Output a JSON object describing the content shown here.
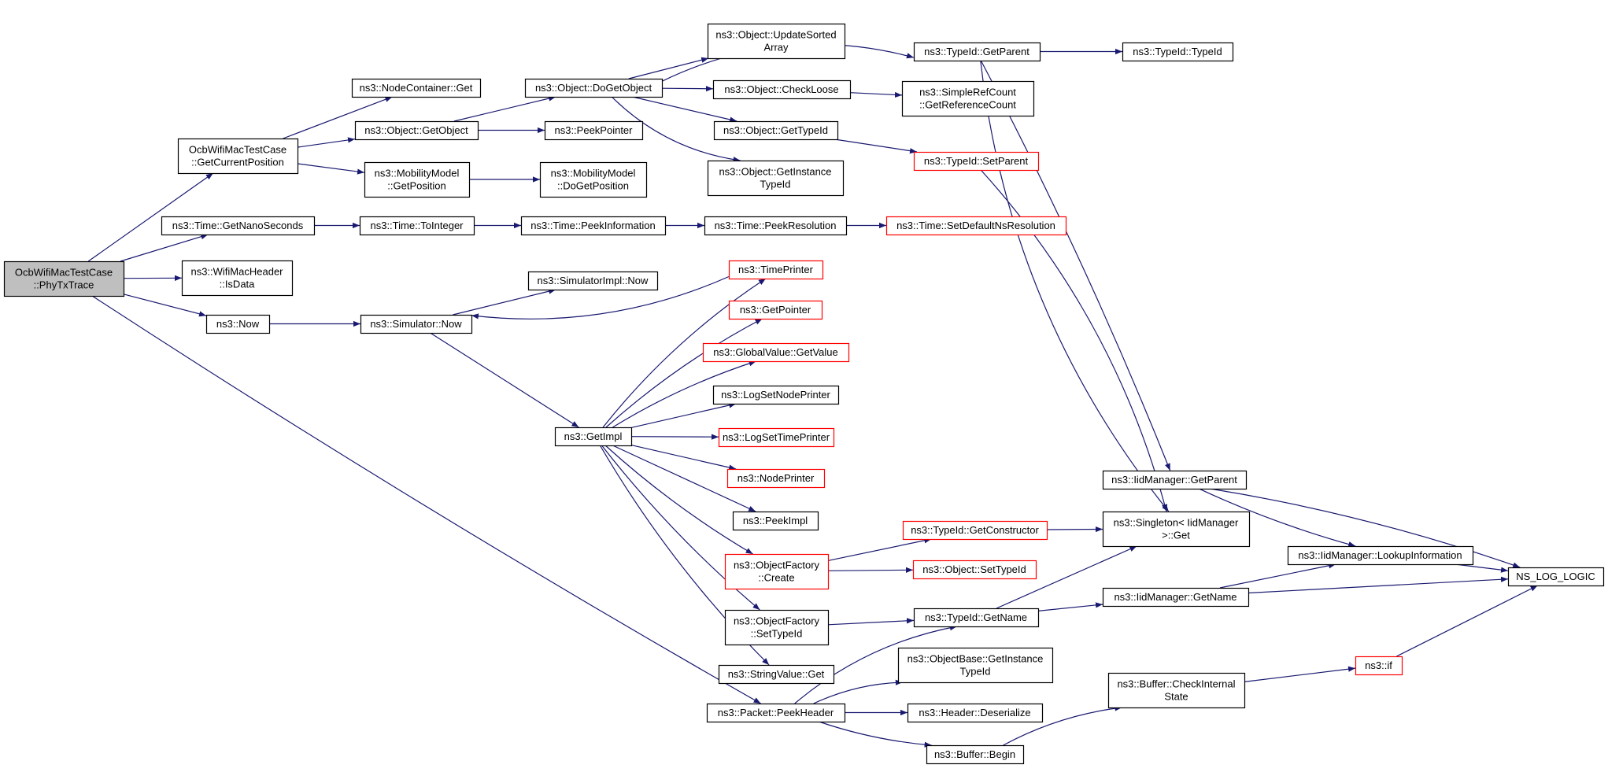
{
  "colors": {
    "edge": "#191970",
    "node_border_black": "#000000",
    "node_border_red": "#ff0000",
    "root_fill": "#bfbfbf",
    "node_fill": "#ffffff"
  },
  "nodes": [
    {
      "id": "phytx",
      "lines": [
        "OcbWifiMacTestCase",
        "::PhyTxTrace"
      ],
      "style": "root"
    },
    {
      "id": "getcurpos",
      "lines": [
        "OcbWifiMacTestCase",
        "::GetCurrentPosition"
      ],
      "style": "black"
    },
    {
      "id": "getnano",
      "lines": [
        "ns3::Time::GetNanoSeconds"
      ],
      "style": "black"
    },
    {
      "id": "isdata",
      "lines": [
        "ns3::WifiMacHeader",
        "::IsData"
      ],
      "style": "black"
    },
    {
      "id": "now",
      "lines": [
        "ns3::Now"
      ],
      "style": "black"
    },
    {
      "id": "nodecontget",
      "lines": [
        "ns3::NodeContainer::Get"
      ],
      "style": "black"
    },
    {
      "id": "getobject",
      "lines": [
        "ns3::Object::GetObject"
      ],
      "style": "black"
    },
    {
      "id": "getposition",
      "lines": [
        "ns3::MobilityModel",
        "::GetPosition"
      ],
      "style": "black"
    },
    {
      "id": "tointeger",
      "lines": [
        "ns3::Time::ToInteger"
      ],
      "style": "black"
    },
    {
      "id": "simnow",
      "lines": [
        "ns3::Simulator::Now"
      ],
      "style": "black"
    },
    {
      "id": "dogetobject",
      "lines": [
        "ns3::Object::DoGetObject"
      ],
      "style": "black"
    },
    {
      "id": "peekpointer",
      "lines": [
        "ns3::PeekPointer"
      ],
      "style": "black"
    },
    {
      "id": "dogetposition",
      "lines": [
        "ns3::MobilityModel",
        "::DoGetPosition"
      ],
      "style": "black"
    },
    {
      "id": "peekinfo",
      "lines": [
        "ns3::Time::PeekInformation"
      ],
      "style": "black"
    },
    {
      "id": "simimplnow",
      "lines": [
        "ns3::SimulatorImpl::Now"
      ],
      "style": "black"
    },
    {
      "id": "getimpl",
      "lines": [
        "ns3::GetImpl"
      ],
      "style": "black"
    },
    {
      "id": "updatesorted",
      "lines": [
        "ns3::Object::UpdateSorted",
        "Array"
      ],
      "style": "black"
    },
    {
      "id": "checkloose",
      "lines": [
        "ns3::Object::CheckLoose"
      ],
      "style": "black"
    },
    {
      "id": "objgettypeid",
      "lines": [
        "ns3::Object::GetTypeId"
      ],
      "style": "black"
    },
    {
      "id": "getinsttypeid",
      "lines": [
        "ns3::Object::GetInstance",
        "TypeId"
      ],
      "style": "black"
    },
    {
      "id": "peekres",
      "lines": [
        "ns3::Time::PeekResolution"
      ],
      "style": "black"
    },
    {
      "id": "timeprinter",
      "lines": [
        "ns3::TimePrinter"
      ],
      "style": "red"
    },
    {
      "id": "getpointer",
      "lines": [
        "ns3::GetPointer"
      ],
      "style": "red"
    },
    {
      "id": "gvgetvalue",
      "lines": [
        "ns3::GlobalValue::GetValue"
      ],
      "style": "red"
    },
    {
      "id": "logsetnode",
      "lines": [
        "ns3::LogSetNodePrinter"
      ],
      "style": "black"
    },
    {
      "id": "logsettime",
      "lines": [
        "ns3::LogSetTimePrinter"
      ],
      "style": "red"
    },
    {
      "id": "nodeprinter",
      "lines": [
        "ns3::NodePrinter"
      ],
      "style": "red"
    },
    {
      "id": "peekimpl",
      "lines": [
        "ns3::PeekImpl"
      ],
      "style": "black"
    },
    {
      "id": "ofcreate",
      "lines": [
        "ns3::ObjectFactory",
        "::Create"
      ],
      "style": "red"
    },
    {
      "id": "ofsettypeid",
      "lines": [
        "ns3::ObjectFactory",
        "::SetTypeId"
      ],
      "style": "black"
    },
    {
      "id": "strvalget",
      "lines": [
        "ns3::StringValue::Get"
      ],
      "style": "black"
    },
    {
      "id": "peekheader",
      "lines": [
        "ns3::Packet::PeekHeader"
      ],
      "style": "black"
    },
    {
      "id": "tidgetparent",
      "lines": [
        "ns3::TypeId::GetParent"
      ],
      "style": "black"
    },
    {
      "id": "refcount",
      "lines": [
        "ns3::SimpleRefCount",
        "::GetReferenceCount"
      ],
      "style": "black"
    },
    {
      "id": "tidsetparent",
      "lines": [
        "ns3::TypeId::SetParent"
      ],
      "style": "red"
    },
    {
      "id": "setdefns",
      "lines": [
        "ns3::Time::SetDefaultNsResolution"
      ],
      "style": "red"
    },
    {
      "id": "getconstructor",
      "lines": [
        "ns3::TypeId::GetConstructor"
      ],
      "style": "red"
    },
    {
      "id": "objsettypeid",
      "lines": [
        "ns3::Object::SetTypeId"
      ],
      "style": "red"
    },
    {
      "id": "tidgetname",
      "lines": [
        "ns3::TypeId::GetName"
      ],
      "style": "black"
    },
    {
      "id": "objbasegetinst",
      "lines": [
        "ns3::ObjectBase::GetInstance",
        "TypeId"
      ],
      "style": "black"
    },
    {
      "id": "hdrdeser",
      "lines": [
        "ns3::Header::Deserialize"
      ],
      "style": "black"
    },
    {
      "id": "bufbegin",
      "lines": [
        "ns3::Buffer::Begin"
      ],
      "style": "black"
    },
    {
      "id": "tidtypeid",
      "lines": [
        "ns3::TypeId::TypeId"
      ],
      "style": "black"
    },
    {
      "id": "iidgetparent",
      "lines": [
        "ns3::IidManager::GetParent"
      ],
      "style": "black"
    },
    {
      "id": "singletonget",
      "lines": [
        "ns3::Singleton< IidManager",
        ">::Get"
      ],
      "style": "black"
    },
    {
      "id": "iidgetname",
      "lines": [
        "ns3::IidManager::GetName"
      ],
      "style": "black"
    },
    {
      "id": "bufcheck",
      "lines": [
        "ns3::Buffer::CheckInternal",
        "State"
      ],
      "style": "black"
    },
    {
      "id": "lookupinfo",
      "lines": [
        "ns3::IidManager::LookupInformation"
      ],
      "style": "black"
    },
    {
      "id": "nslog",
      "lines": [
        "NS_LOG_LOGIC"
      ],
      "style": "black"
    },
    {
      "id": "nsif",
      "lines": [
        "ns3::if"
      ],
      "style": "red"
    }
  ],
  "edges": [
    [
      "phytx",
      "getcurpos"
    ],
    [
      "phytx",
      "getnano"
    ],
    [
      "phytx",
      "isdata"
    ],
    [
      "phytx",
      "now"
    ],
    [
      "phytx",
      "peekheader"
    ],
    [
      "getcurpos",
      "nodecontget"
    ],
    [
      "getcurpos",
      "getobject"
    ],
    [
      "getcurpos",
      "getposition"
    ],
    [
      "getobject",
      "dogetobject"
    ],
    [
      "getobject",
      "peekpointer"
    ],
    [
      "getposition",
      "dogetposition"
    ],
    [
      "getnano",
      "tointeger"
    ],
    [
      "tointeger",
      "peekinfo"
    ],
    [
      "peekinfo",
      "peekres"
    ],
    [
      "peekres",
      "setdefns"
    ],
    [
      "now",
      "simnow"
    ],
    [
      "simnow",
      "simimplnow"
    ],
    [
      "simnow",
      "getimpl"
    ],
    [
      "dogetobject",
      "updatesorted"
    ],
    [
      "dogetobject",
      "checkloose"
    ],
    [
      "dogetobject",
      "objgettypeid"
    ],
    [
      "dogetobject",
      "getinsttypeid"
    ],
    [
      "dogetobject",
      "tidgetparent"
    ],
    [
      "checkloose",
      "refcount"
    ],
    [
      "objgettypeid",
      "tidsetparent"
    ],
    [
      "tidgetparent",
      "tidtypeid"
    ],
    [
      "tidgetparent",
      "iidgetparent"
    ],
    [
      "tidgetparent",
      "singletonget"
    ],
    [
      "tidsetparent",
      "singletonget"
    ],
    [
      "getimpl",
      "timeprinter"
    ],
    [
      "getimpl",
      "getpointer"
    ],
    [
      "getimpl",
      "gvgetvalue"
    ],
    [
      "getimpl",
      "logsetnode"
    ],
    [
      "getimpl",
      "logsettime"
    ],
    [
      "getimpl",
      "nodeprinter"
    ],
    [
      "getimpl",
      "peekimpl"
    ],
    [
      "getimpl",
      "ofcreate"
    ],
    [
      "getimpl",
      "ofsettypeid"
    ],
    [
      "getimpl",
      "strvalget"
    ],
    [
      "timeprinter",
      "simnow"
    ],
    [
      "ofcreate",
      "getconstructor"
    ],
    [
      "ofcreate",
      "objsettypeid"
    ],
    [
      "ofsettypeid",
      "tidgetname"
    ],
    [
      "getconstructor",
      "singletonget"
    ],
    [
      "tidgetname",
      "singletonget"
    ],
    [
      "tidgetname",
      "iidgetname"
    ],
    [
      "iidgetparent",
      "lookupinfo"
    ],
    [
      "iidgetparent",
      "nslog"
    ],
    [
      "iidgetname",
      "lookupinfo"
    ],
    [
      "iidgetname",
      "nslog"
    ],
    [
      "lookupinfo",
      "nslog"
    ],
    [
      "peekheader",
      "tidgetname"
    ],
    [
      "peekheader",
      "objbasegetinst"
    ],
    [
      "peekheader",
      "hdrdeser"
    ],
    [
      "peekheader",
      "bufbegin"
    ],
    [
      "bufbegin",
      "bufcheck"
    ],
    [
      "bufcheck",
      "nsif"
    ],
    [
      "nsif",
      "nslog"
    ]
  ]
}
